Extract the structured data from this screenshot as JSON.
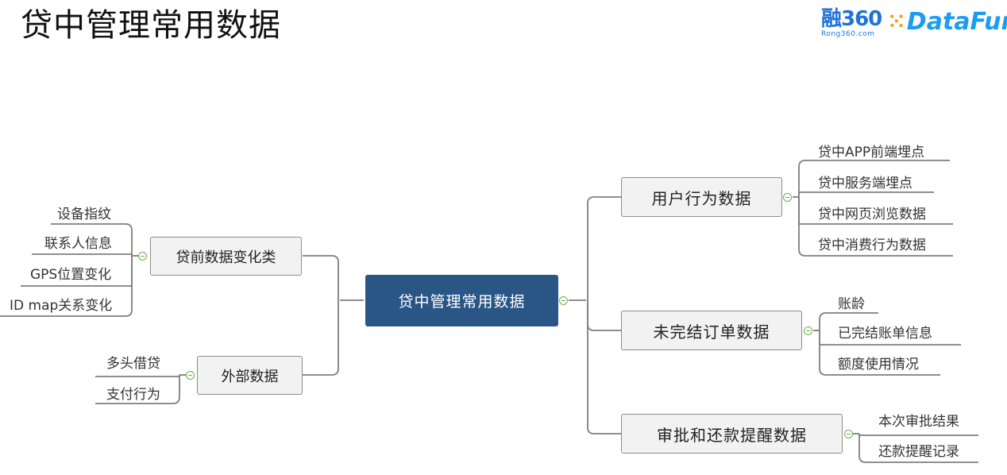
{
  "title": "贷中管理常用数据",
  "logos": {
    "rong_main": "融360",
    "rong_sub": "Rong360.com",
    "datafun": "DataFun."
  },
  "mindmap": {
    "root": "贷中管理常用数据",
    "right_branches": [
      {
        "label": "用户行为数据",
        "leaves": [
          "贷中APP前端埋点",
          "贷中服务端埋点",
          "贷中网页浏览数据",
          "贷中消费行为数据"
        ]
      },
      {
        "label": "未完结订单数据",
        "leaves": [
          "账龄",
          "已完结账单信息",
          "额度使用情况"
        ]
      },
      {
        "label": "审批和还款提醒数据",
        "leaves": [
          "本次审批结果",
          "还款提醒记录"
        ]
      }
    ],
    "left_branches": [
      {
        "label": "贷前数据变化类",
        "leaves": [
          "设备指纹",
          "联系人信息",
          "GPS位置变化",
          "ID map关系变化"
        ]
      },
      {
        "label": "外部数据",
        "leaves": [
          "多头借贷",
          "支付行为"
        ]
      }
    ]
  },
  "colors": {
    "root_bg": "#2a5686",
    "line": "#7f7f7f",
    "toggle": "#6ab04c",
    "datafun_blue": "#1e9df0",
    "rong_blue": "#1e73d8"
  }
}
